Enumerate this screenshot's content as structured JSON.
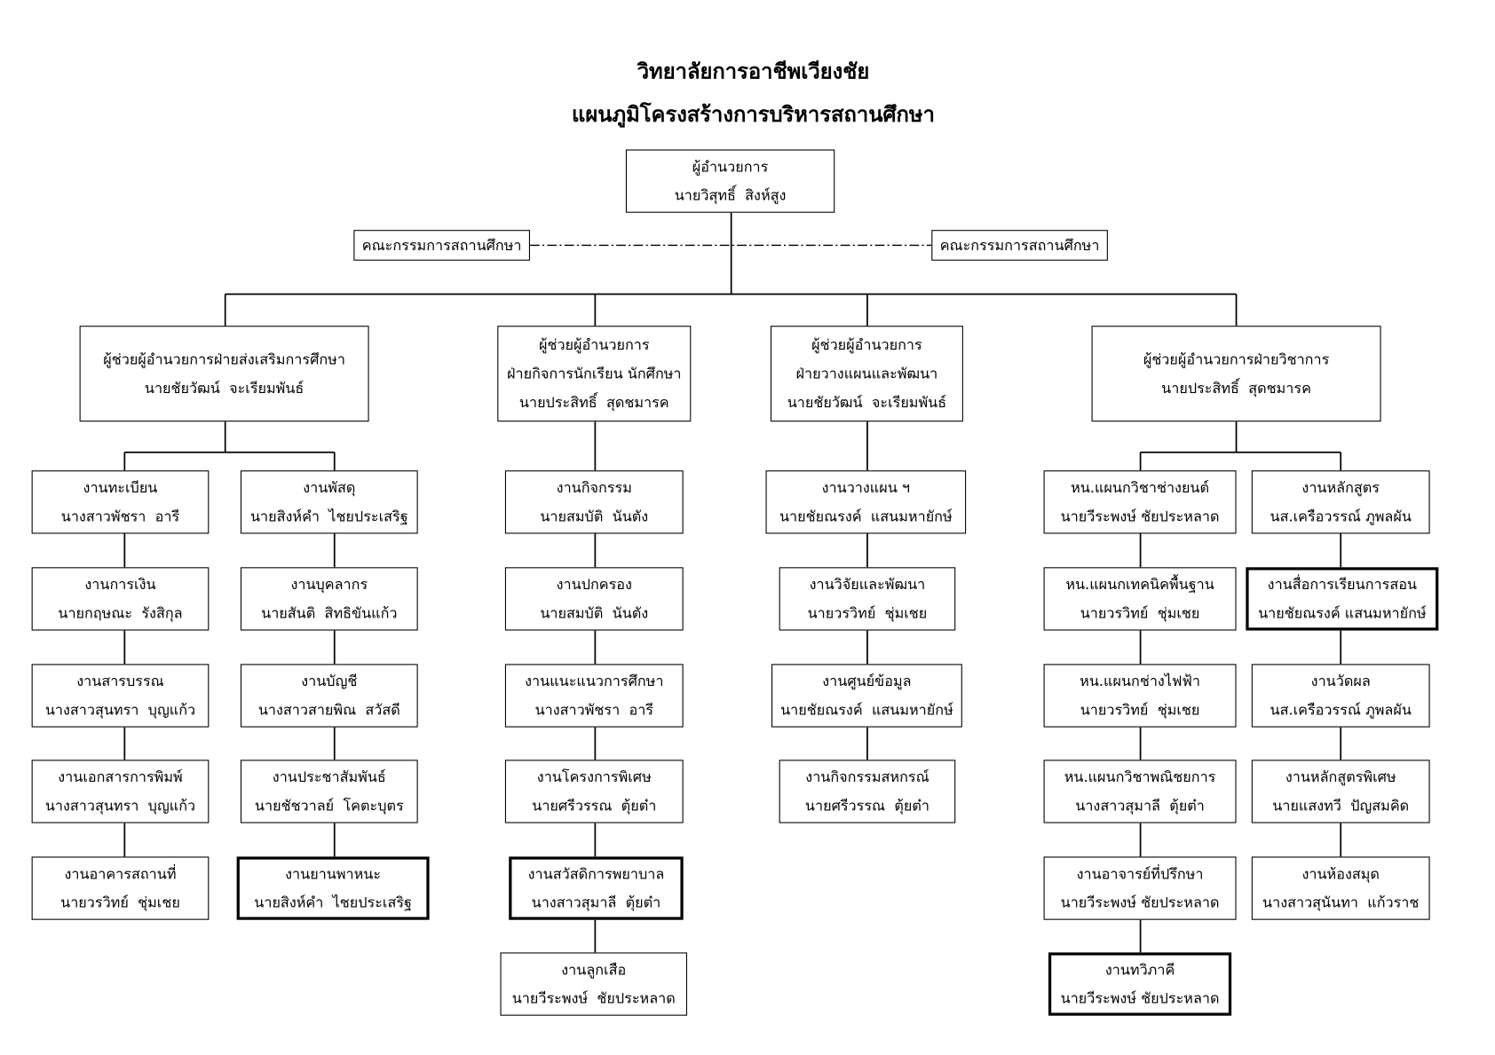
{
  "header": {
    "college": "วิทยาลัยการอาชีพเวียงชัย",
    "chart_title": "แผนภูมิโครงสร้างการบริหารสถานศึกษา"
  },
  "director": {
    "role": "ผู้อำนวยการ",
    "name": "นายวิสุทธิ์  สิงห์สูง"
  },
  "committees": [
    "คณะกรรมการสถานศึกษา",
    "คณะกรรมการสถานศึกษา"
  ],
  "divisions": [
    {
      "lines": [
        "ผู้ช่วยผู้อำนวยการฝ่ายส่งเสริมการศึกษา",
        "นายชัยวัฒน์  จะเรียมพันธ์"
      ],
      "columns": [
        [
          {
            "unit": "งานทะเบียน",
            "head": "นางสาวพัชรา  อารี"
          },
          {
            "unit": "งานการเงิน",
            "head": "นายกฤษณะ  รังสิกุล"
          },
          {
            "unit": "งานสารบรรณ",
            "head": "นางสาวสุนทรา  บุญแก้ว"
          },
          {
            "unit": "งานเอกสารการพิมพ์",
            "head": "นางสาวสุนทรา  บุญแก้ว"
          },
          {
            "unit": "งานอาคารสถานที่",
            "head": "นายวรวิทย์  ชุ่มเชย"
          }
        ],
        [
          {
            "unit": "งานพัสดุ",
            "head": "นายสิงห์คำ  ไชยประเสริฐ"
          },
          {
            "unit": "งานบุคลากร",
            "head": "นายสันติ  สิทธิขันแก้ว"
          },
          {
            "unit": "งานบัญชี",
            "head": "นางสาวสายพิณ  สวัสดี"
          },
          {
            "unit": "งานประชาสัมพันธ์",
            "head": "นายชัชวาลย์  โคตะบุตร"
          },
          {
            "unit": "งานยานพาหนะ",
            "head": "นายสิงห์คำ  ไชยประเสริฐ"
          }
        ]
      ]
    },
    {
      "lines": [
        "ผู้ช่วยผู้อำนวยการ",
        "ฝ่ายกิจการนักเรียน นักศึกษา",
        "นายประสิทธิ์  สุดชมารค"
      ],
      "columns": [
        [
          {
            "unit": "งานกิจกรรม",
            "head": "นายสมบัติ  นันตัง"
          },
          {
            "unit": "งานปกครอง",
            "head": "นายสมบัติ  นันตัง"
          },
          {
            "unit": "งานแนะแนวการศึกษา",
            "head": "นางสาวพัชรา  อารี"
          },
          {
            "unit": "งานโครงการพิเศษ",
            "head": "นายศรีวรรณ  ตุ้ยต๋า"
          },
          {
            "unit": "งานสวัสดิการพยาบาล",
            "head": "นางสาวสุมาลี  ตุ้ยต๋า"
          },
          {
            "unit": "งานลูกเสือ",
            "head": "นายวีระพงษ์  ชัยประหลาด"
          }
        ]
      ]
    },
    {
      "lines": [
        "ผู้ช่วยผู้อำนวยการ",
        "ฝ่ายวางแผนและพัฒนา",
        "นายชัยวัฒน์  จะเรียมพันธ์"
      ],
      "columns": [
        [
          {
            "unit": "งานวางแผน ฯ",
            "head": "นายชัยณรงค์  แสนมหายักษ์"
          },
          {
            "unit": "งานวิจัยและพัฒนา",
            "head": "นายวรวิทย์  ชุ่มเชย"
          },
          {
            "unit": "งานศูนย์ข้อมูล",
            "head": "นายชัยณรงค์  แสนมหายักษ์"
          },
          {
            "unit": "งานกิจกรรมสหกรณ์",
            "head": "นายศรีวรรณ  ตุ้ยต๋า"
          }
        ]
      ]
    },
    {
      "lines": [
        "ผู้ช่วยผู้อำนวยการฝ่ายวิชาการ",
        "นายประสิทธิ์  สุดชมารค"
      ],
      "columns": [
        [
          {
            "unit": "หน.แผนกวิชาช่างยนต์",
            "head": "นายวีระพงษ์ ชัยประหลาด"
          },
          {
            "unit": "หน.แผนกเทคนิคพื้นฐาน",
            "head": "นายวรวิทย์  ชุ่มเชย"
          },
          {
            "unit": "หน.แผนกช่างไฟฟ้า",
            "head": "นายวรวิทย์  ชุ่มเชย"
          },
          {
            "unit": "หน.แผนกวิชาพณิชยการ",
            "head": "นางสาวสุมาลี  ตุ้ยต๋า"
          },
          {
            "unit": "งานอาจารย์ที่ปรึกษา",
            "head": "นายวีระพงษ์ ชัยประหลาด"
          },
          {
            "unit": "งานทวิภาคี",
            "head": "นายวีระพงษ์ ชัยประหลาด"
          }
        ],
        [
          {
            "unit": "งานหลักสูตร",
            "head": "นส.เครือวรรณ์ ภูพลผัน"
          },
          {
            "unit": "งานสื่อการเรียนการสอน",
            "head": "นายชัยณรงค์ แสนมหายักษ์"
          },
          {
            "unit": "งานวัดผล",
            "head": "นส.เครือวรรณ์ ภูพลผัน"
          },
          {
            "unit": "งานหลักสูตรพิเศษ",
            "head": "นายแสงทวี  ปัญสมคิด"
          },
          {
            "unit": "งานห้องสมุด",
            "head": "นางสาวสุนันทา  แก้วราช"
          }
        ]
      ]
    }
  ]
}
